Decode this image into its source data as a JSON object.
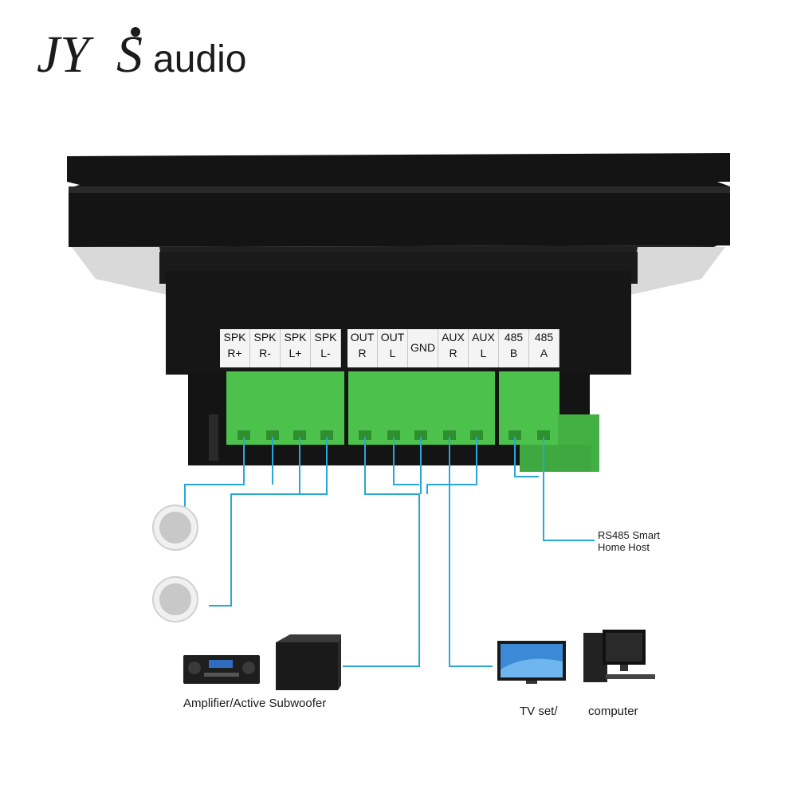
{
  "brand": {
    "logo_text": "JYSaudio"
  },
  "terminals": [
    {
      "line1": "SPK",
      "line2": "R+"
    },
    {
      "line1": "SPK",
      "line2": "R-"
    },
    {
      "line1": "SPK",
      "line2": "L+"
    },
    {
      "line1": "SPK",
      "line2": "L-"
    },
    {
      "line1": "OUT",
      "line2": "R"
    },
    {
      "line1": "OUT",
      "line2": "L"
    },
    {
      "line1": "GND",
      "line2": ""
    },
    {
      "line1": "AUX",
      "line2": "R"
    },
    {
      "line1": "AUX",
      "line2": "L"
    },
    {
      "line1": "485",
      "line2": "B"
    },
    {
      "line1": "485",
      "line2": "A"
    }
  ],
  "captions": {
    "rs485_line1": "RS485 Smart",
    "rs485_line2": "Home Host",
    "amplifier": "Amplifier/Active Subwoofer",
    "tv": "TV set/",
    "computer": "computer"
  },
  "colors": {
    "wire": "#2aa7d9",
    "terminal_green": "#4cc24c",
    "panel_black": "#111111"
  }
}
